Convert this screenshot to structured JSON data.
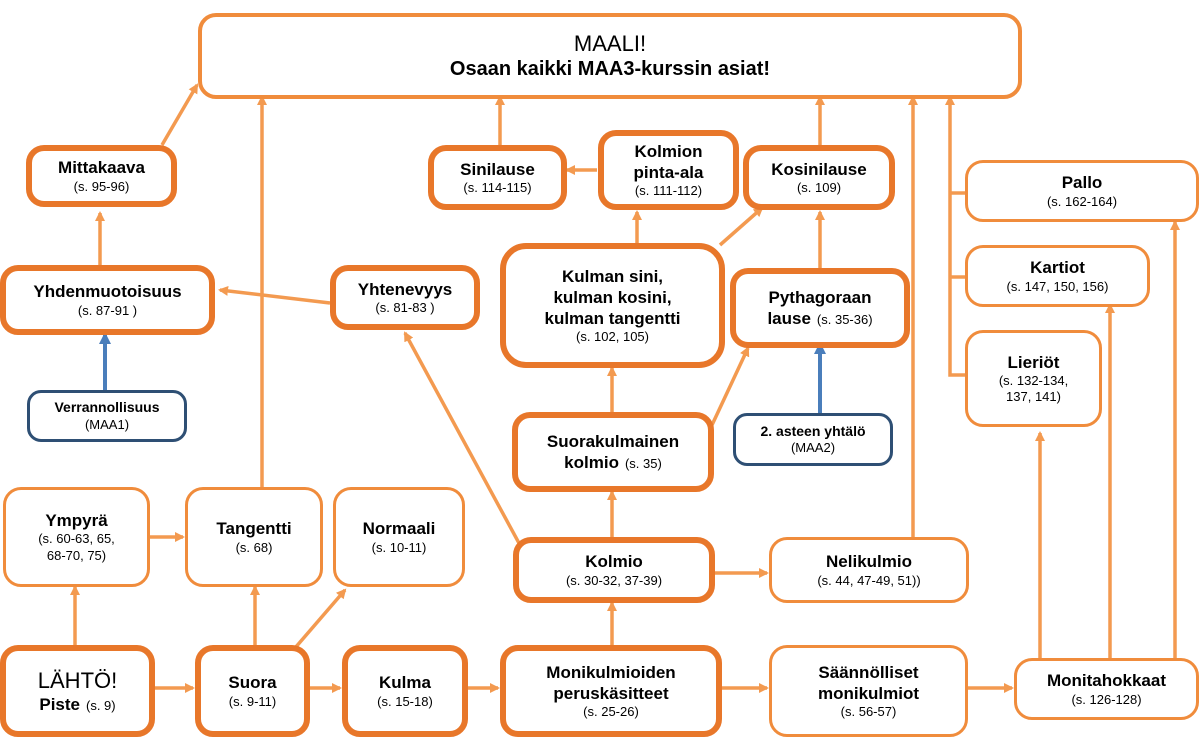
{
  "colors": {
    "orange": "#f08c3c",
    "orange_dark": "#e8772a",
    "blue": "#2e4f74",
    "blue_arrow": "#4a7ebb"
  },
  "goal": {
    "line1": "MAALI!",
    "line2": "Osaan kaikki MAA3-kurssin asiat!"
  },
  "nodes": {
    "mittakaava": {
      "title": "Mittakaava",
      "pages": "(s. 95-96)"
    },
    "yhdenmuotoisuus": {
      "title": "Yhdenmuotoisuus",
      "pages": "(s. 87-91 )"
    },
    "verrannollisuus": {
      "title": "Verrannollisuus",
      "pages": "(MAA1)"
    },
    "yhtenevyys": {
      "title": "Yhtenevyys",
      "pages": "(s. 81-83 )"
    },
    "sinilause": {
      "title": "Sinilause",
      "pages": "(s. 114-115)"
    },
    "kolmion_pinta_ala": {
      "title1": "Kolmion",
      "title2": "pinta-ala",
      "pages": "(s. 111-112)"
    },
    "kosinilause": {
      "title": "Kosinilause",
      "pages": "(s. 109)"
    },
    "kulman_sini": {
      "line1": "Kulman sini,",
      "line2": "kulman kosini,",
      "line3": "kulman tangentti",
      "pages": "(s. 102, 105)"
    },
    "pythagoras": {
      "title1": "Pythagoraan",
      "title2": "lause",
      "pages": "(s. 35-36)"
    },
    "suorakulmainen": {
      "title1": "Suorakulmainen",
      "title2": "kolmio",
      "pages": "(s. 35)"
    },
    "toisen_asteen": {
      "title": "2. asteen yhtälö",
      "pages": "(MAA2)"
    },
    "pallo": {
      "title": "Pallo",
      "pages": "(s. 162-164)"
    },
    "kartiot": {
      "title": "Kartiot",
      "pages": "(s. 147, 150, 156)"
    },
    "lieriot": {
      "title": "Lieriöt",
      "pages1": "(s. 132-134,",
      "pages2": "137, 141)"
    },
    "ympyra": {
      "title": "Ympyrä",
      "pages1": "(s. 60-63, 65,",
      "pages2": "68-70, 75)"
    },
    "tangentti": {
      "title": "Tangentti",
      "pages": "(s. 68)"
    },
    "normaali": {
      "title": "Normaali",
      "pages": "(s. 10-11)"
    },
    "kolmio": {
      "title": "Kolmio",
      "pages": "(s. 30-32, 37-39)"
    },
    "nelikulmio": {
      "title": "Nelikulmio",
      "pages": "(s. 44, 47-49, 51))"
    },
    "lahto": {
      "title": "LÄHTÖ!",
      "sub": "Piste",
      "pages": "(s. 9)"
    },
    "suora": {
      "title": "Suora",
      "pages": "(s. 9-11)"
    },
    "kulma": {
      "title": "Kulma",
      "pages": "(s. 15-18)"
    },
    "monikulmioiden": {
      "title1": "Monikulmioiden",
      "title2": "peruskäsitteet",
      "pages": "(s. 25-26)"
    },
    "saannolliset": {
      "title1": "Säännölliset",
      "title2": "monikulmiot",
      "pages": "(s. 56-57)"
    },
    "monitahokkaat": {
      "title": "Monitahokkaat",
      "pages": "(s. 126-128)"
    }
  }
}
